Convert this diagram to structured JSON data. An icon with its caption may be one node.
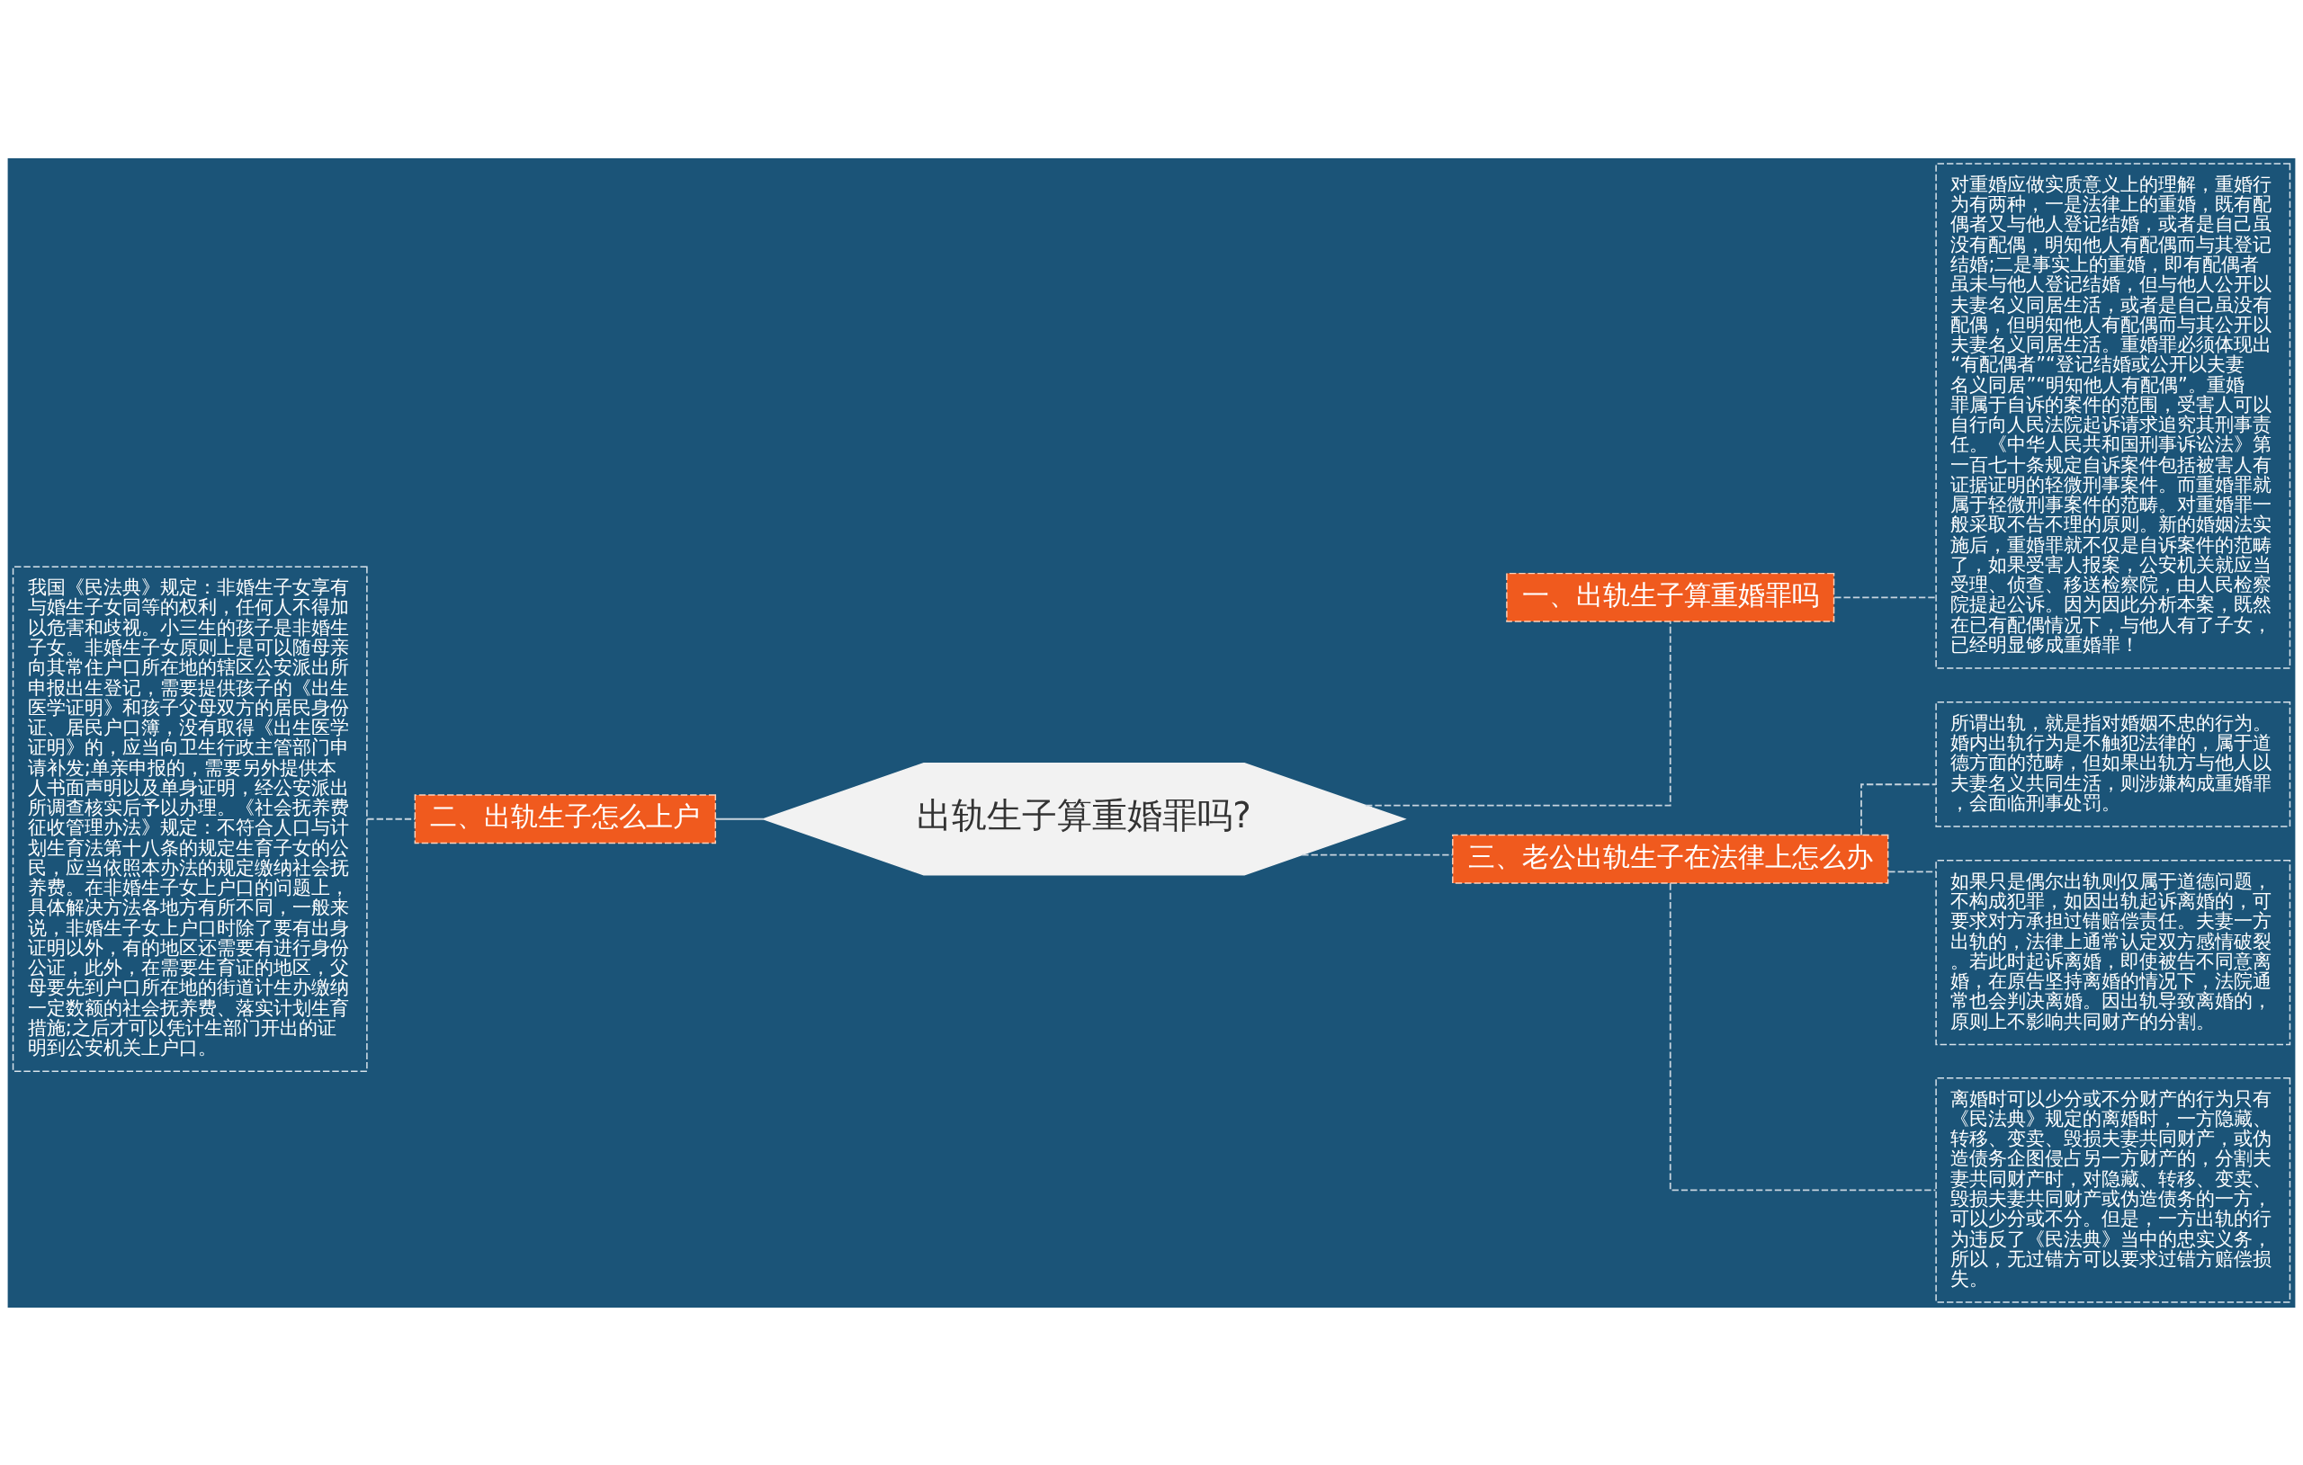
{
  "diagram": {
    "nodes": [
      {
        "text": [
          "出轨生子算重婚罪吗?"
        ]
      },
      {
        "text": [
          "一、出轨生子算重婚罪吗"
        ]
      },
      {
        "text": [
          "对重婚应做实质意义上的理解，重婚行为有两种，一是法律上的重婚，既有配偶者又与他人登记结婚，或者是自己虽没有配偶，明知他人有配偶而与其登记结婚;二是事实上的重婚，即有配偶者虽未与他人登记结婚，但与他人公开以夫妻名义同居生活，或者是自己虽没有配偶，但明知他人有配偶而与其公开以夫妻名义同居生活。重婚罪必须体现出“有配偶者”“登记结婚或公开以夫妻名义同居”“明知他人有配偶”。重婚罪属于自诉的案件的范围，受害人可以自行向人民法院起诉请求追究其刑事责任。《中华人民共和国刑事诉讼法》第一百七十条规定自诉案件包括被害人有证据证明的轻微刑事案件。而重婚罪就属于轻微刑事案件的范畴。对重婚罪一般采取不告不理的原则。新的婚姻法实施后，重婚罪就不仅是自诉案件的范畴了，如果受害人报案，公安机关就应当受理、侦查、移送检察院，由人民检察院提起公诉。因为因此分析本案，既然在已有配偶情况下，与他人有了子女，已经明显够成重婚罪！"
        ]
      },
      {
        "text": [
          "二、出轨生子怎么上户"
        ]
      },
      {
        "text": [
          "我国《民法典》规定：非婚生子女享有与婚生子女同等的权利，任何人不得加以危害和歧视。小三生的孩子是非婚生子女。非婚生子女原则上是可以随母亲向其常住户口所在地的辖区公安派出所申报出生登记，需要提供孩子的《出生医学证明》和孩子父母双方的居民身份证、居民户口簿，没有取得《出生医学证明》的，应当向卫生行政主管部门申请补发;单亲申报的，需要另外提供本人书面声明以及单身证明，经公安派出所调查核实后予以办理。《社会抚养费征收管理办法》规定：不符合人口与计划生育法第十八条的规定生育子女的公民，应当依照本办法的规定缴纳社会抚养费。在非婚生子女上户口的问题上，具体解决方法各地方有所不同，一般来说，非婚生子女上户口时除了要有出身证明以外，有的地区还需要有进行身份公证，此外，在需要生育证的地区，父母要先到户口所在地的街道计生办缴纳一定数额的社会抚养费、落实计划生育措施;之后才可以凭计生部门开出的证明到公安机关上户口。"
        ]
      },
      {
        "text": [
          "三、老公出轨生子在法律上怎么办"
        ]
      },
      {
        "text": [
          "所谓出轨，就是指对婚姻不忠的行为。婚内出轨行为是不触犯法律的，属于道德方面的范畴，但如果出轨方与他人以夫妻名义共同生活，则涉嫌构成重婚罪，会面临刑事处罚。"
        ]
      },
      {
        "text": [
          "如果只是偶尔出轨则仅属于道德问题，不构成犯罪，如因出轨起诉离婚的，可要求对方承担过错赔偿责任。夫妻一方出轨的，法律上通常认定双方感情破裂。若此时起诉离婚，即使被告不同意离婚，在原告坚持离婚的情况下，法院通常也会判决离婚。因出轨导致离婚的，原则上不影响共同财产的分割。"
        ]
      },
      {
        "text": [
          "离婚时可以少分或不分财产的行为只有《民法典》规定的离婚时，一方隐藏、转移、变卖、毁损夫妻共同财产，或伪造债务企图侵占另一方财产的，分割夫妻共同财产时，对隐藏、转移、变卖、毁损夫妻共同财产或伪造债务的一方，可以少分或不分。但是，一方出轨的行为违反了《民法典》当中的忠实义务，所以，无过错方可以要求过错方赔偿损失。"
        ]
      }
    ],
    "edges": [
      {
        "from": 0,
        "to": 1,
        "arrow": "none",
        "style": "dashed"
      },
      {
        "from": 1,
        "to": 2,
        "arrow": "none",
        "style": "dashed"
      },
      {
        "from": 0,
        "to": 3,
        "arrow": "none"
      },
      {
        "from": 3,
        "to": 4,
        "arrow": "none",
        "style": "dashed"
      },
      {
        "from": 0,
        "to": 5,
        "arrow": "none",
        "style": "dashed"
      },
      {
        "from": 5,
        "to": 6,
        "arrow": "none",
        "style": "dashed"
      },
      {
        "from": 5,
        "to": 7,
        "arrow": "none",
        "style": "dashed"
      },
      {
        "from": 5,
        "to": 8,
        "arrow": "none",
        "style": "dashed"
      }
    ]
  }
}
